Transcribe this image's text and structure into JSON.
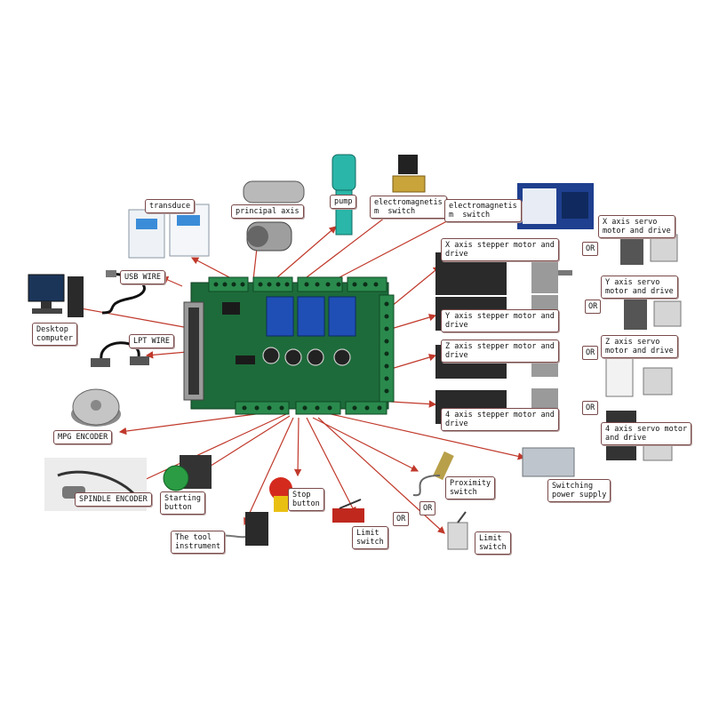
{
  "colors": {
    "arrow": "#c0392b",
    "board": "#1d6b3a",
    "terminal": "#2a8a4d",
    "relay": "#1f4fb5",
    "label_border": "#7a4a4a"
  },
  "labels": {
    "transduce": "transduce",
    "principal_axis": "principal axis",
    "pump": "pump",
    "electromagnetism_switch_1": "electromagnetis\nm  switch",
    "electromagnetism_switch_2": "electromagnetis\nm  switch",
    "usb_wire": "USB WIRE",
    "desktop_computer": "Desktop\ncomputer",
    "lpt_wire": "LPT WIRE",
    "mpg_encoder": "MPG ENCODER",
    "spindle_encoder": "SPINDLE ENCODER",
    "starting_button": "Starting\nbutton",
    "stop_button": "Stop\nbutton",
    "tool_instrument": "The tool\ninstrument",
    "limit_switch_1": "Limit\nswitch",
    "limit_switch_2": "Limit\nswitch",
    "proximity_switch": "Proximity\nswitch",
    "switching_power_supply": "Switching\npower supply",
    "x_stepper": "X axis stepper motor and\ndrive",
    "y_stepper": "Y axis stepper motor and\ndrive",
    "z_stepper": "Z axis stepper motor and\ndrive",
    "a4_stepper": "4 axis stepper motor and\ndrive",
    "x_servo": "X axis servo\nmotor and drive",
    "y_servo": "Y axis servo\nmotor and drive",
    "z_servo": "Z axis servo\nmotor and drive",
    "a4_servo": "4 axis servo motor\nand drive",
    "or": "OR"
  }
}
